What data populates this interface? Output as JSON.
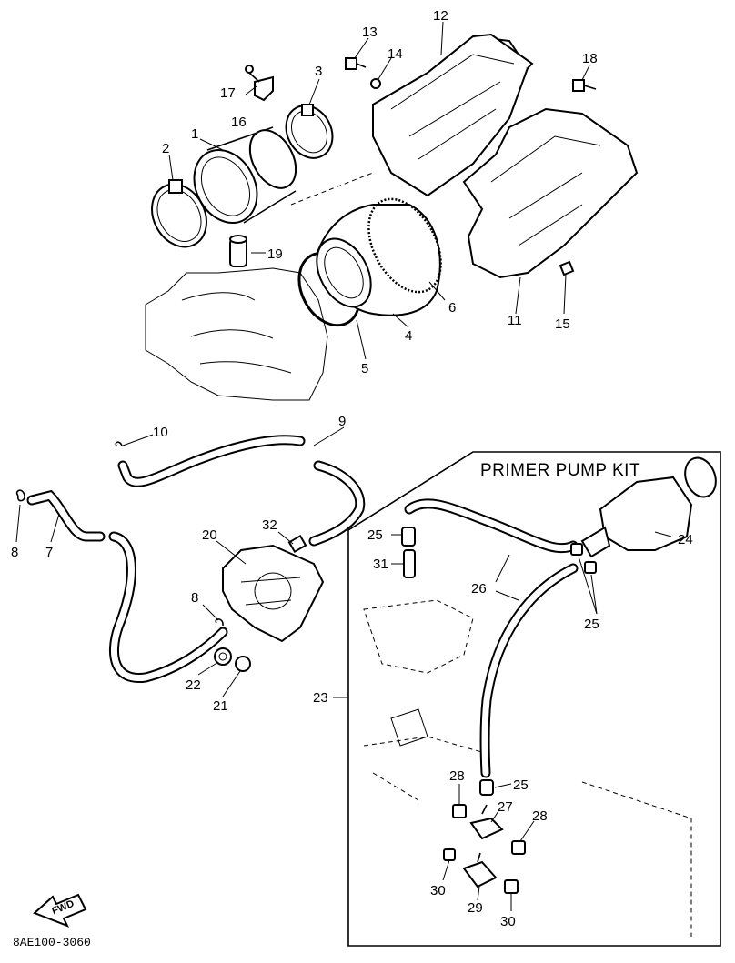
{
  "kit": {
    "title": "PRIMER PUMP KIT"
  },
  "fwd_label": "FWD",
  "diagram_code": "8AE100-3060",
  "callouts": {
    "c1": "1",
    "c2": "2",
    "c3": "3",
    "c4": "4",
    "c5": "5",
    "c6": "6",
    "c7": "7",
    "c8a": "8",
    "c8b": "8",
    "c9": "9",
    "c10": "10",
    "c11": "11",
    "c12": "12",
    "c13": "13",
    "c14": "14",
    "c15": "15",
    "c16": "16",
    "c17": "17",
    "c18": "18",
    "c19": "19",
    "c20": "20",
    "c21": "21",
    "c22": "22",
    "c23": "23",
    "c24": "24",
    "c25a": "25",
    "c25b": "25",
    "c25c": "25",
    "c26": "26",
    "c27": "27",
    "c28a": "28",
    "c28b": "28",
    "c29": "29",
    "c30a": "30",
    "c30b": "30",
    "c31": "31",
    "c32": "32"
  }
}
